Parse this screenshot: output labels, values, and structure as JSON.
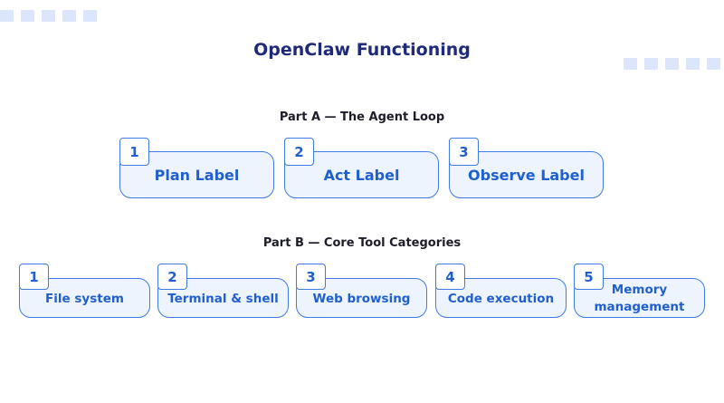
{
  "title": "OpenClaw Functioning",
  "part_a": {
    "heading": "Part A — The Agent Loop",
    "items": [
      {
        "number": "1",
        "label": "Plan Label"
      },
      {
        "number": "2",
        "label": "Act Label"
      },
      {
        "number": "3",
        "label": "Observe Label"
      }
    ]
  },
  "part_b": {
    "heading": "Part B — Core Tool Categories",
    "items": [
      {
        "number": "1",
        "label": "File system"
      },
      {
        "number": "2",
        "label": "Terminal & shell"
      },
      {
        "number": "3",
        "label": "Web browsing"
      },
      {
        "number": "4",
        "label": "Code execution"
      },
      {
        "number": "5",
        "label": "Memory management"
      }
    ]
  },
  "colors": {
    "accent": "#3f7ae6",
    "card_fill": "#eef4fd",
    "title": "#1f2a7a",
    "decor": "#dbe6fc"
  }
}
